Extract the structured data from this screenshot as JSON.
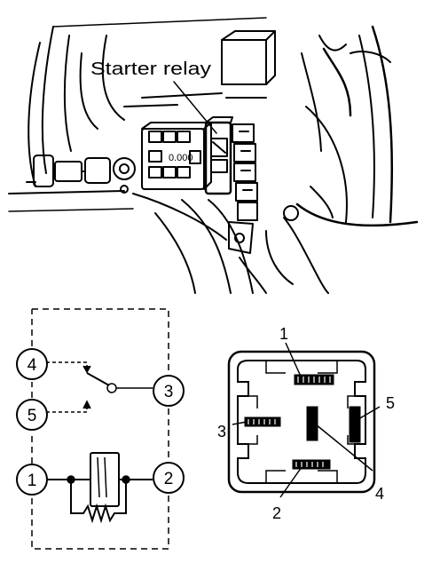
{
  "callout": {
    "text": "Starter relay"
  },
  "engine_label": {
    "text": "0.000"
  },
  "circuit": {
    "terminals": [
      {
        "id": "t4",
        "label": "4"
      },
      {
        "id": "t5",
        "label": "5"
      },
      {
        "id": "t1",
        "label": "1"
      },
      {
        "id": "t3",
        "label": "3"
      },
      {
        "id": "t2",
        "label": "2"
      }
    ]
  },
  "connector": {
    "pins": [
      {
        "id": "p1",
        "label": "1"
      },
      {
        "id": "p3",
        "label": "3"
      },
      {
        "id": "p5",
        "label": "5"
      },
      {
        "id": "p4",
        "label": "4"
      },
      {
        "id": "p2",
        "label": "2"
      }
    ]
  }
}
